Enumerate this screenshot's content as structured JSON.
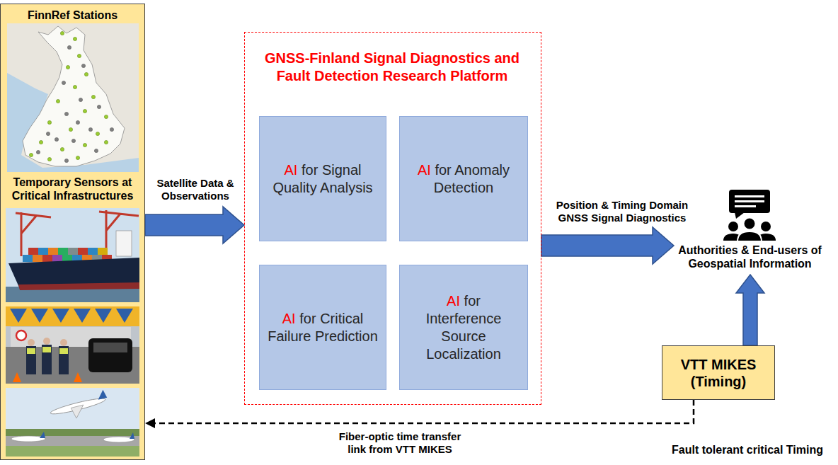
{
  "diagram": {
    "nodes": [
      {
        "text": [
          "FinnRef Stations",
          "Temporary Sensors at Critical Infrastructures"
        ]
      },
      {
        "text": [
          "GNSS-Finland Signal Diagnostics and Fault Detection Research Platform"
        ]
      },
      {
        "text": [
          "AI",
          "for Signal Quality Analysis"
        ],
        "in": 1
      },
      {
        "text": [
          "AI",
          "for Anomaly Detection"
        ],
        "in": 1
      },
      {
        "text": [
          "AI",
          "for Critical Failure Prediction"
        ],
        "in": 1
      },
      {
        "text": [
          "AI",
          "for Interference Source Localization"
        ],
        "in": 1
      },
      {
        "text": [
          "Authorities & End-users of Geospatial Information"
        ]
      },
      {
        "text": [
          "VTT MIKES (Timing)"
        ]
      }
    ],
    "edges": [
      {
        "from": 0,
        "to": 1,
        "arrow": "to",
        "label": "Satellite Data & Observations"
      },
      {
        "from": 1,
        "to": 6,
        "arrow": "to",
        "label": "Position & Timing Domain GNSS Signal Diagnostics"
      },
      {
        "from": 7,
        "to": 6,
        "arrow": "to"
      },
      {
        "from": 7,
        "to": 0,
        "arrow": "to",
        "label": "Fiber-optic time transfer link from VTT MIKES"
      }
    ],
    "labels": [
      "Fault tolerant critical Timing"
    ]
  }
}
